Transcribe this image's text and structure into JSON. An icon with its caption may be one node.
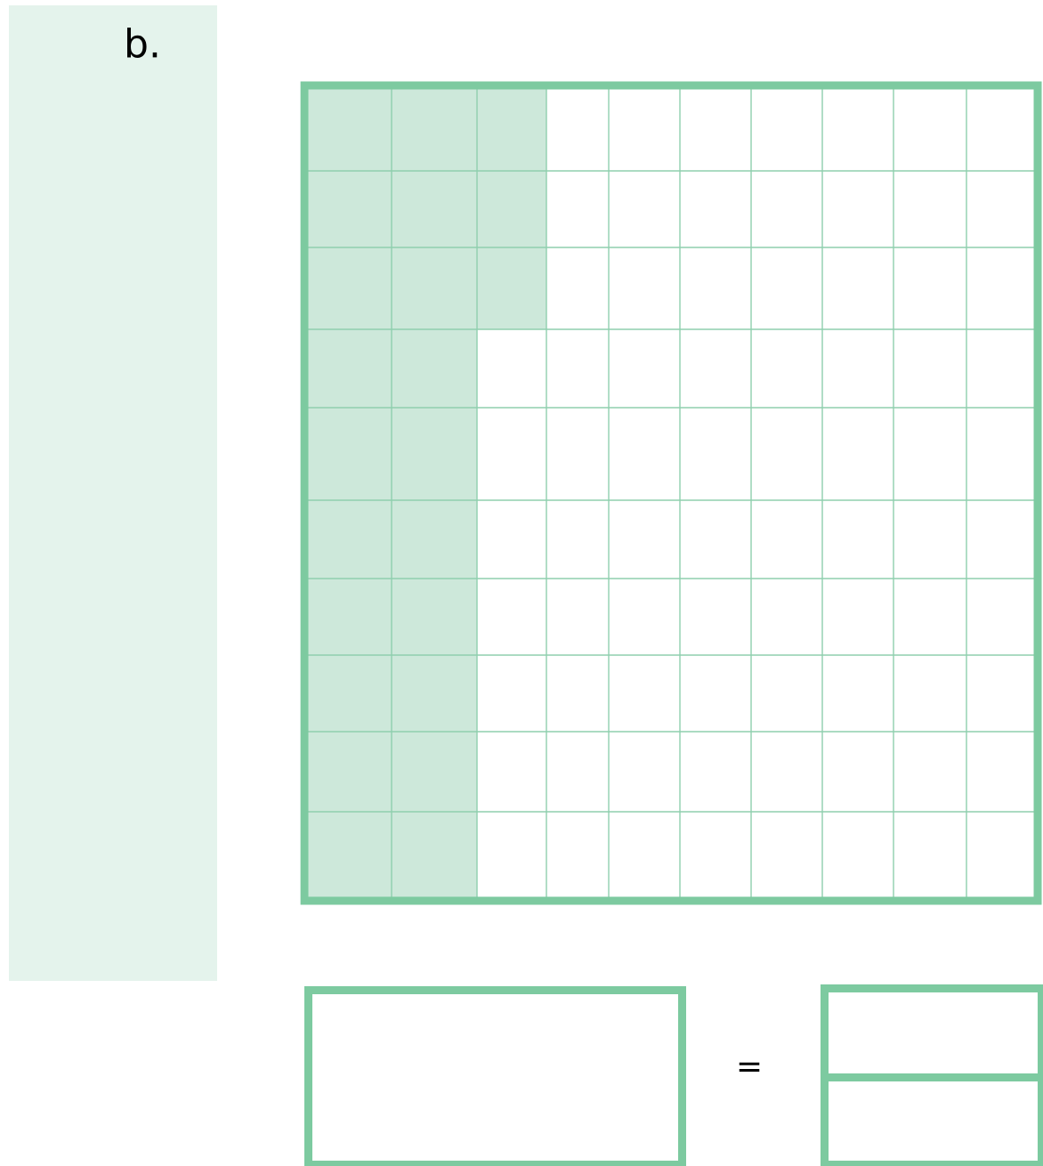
{
  "diagram": {
    "nodes": [
      {
        "text": [],
        "shape": "box"
      },
      {
        "text": [],
        "shape": "box"
      },
      {
        "text": [],
        "shape": "box"
      }
    ],
    "labels": [
      "b.",
      "="
    ]
  }
}
